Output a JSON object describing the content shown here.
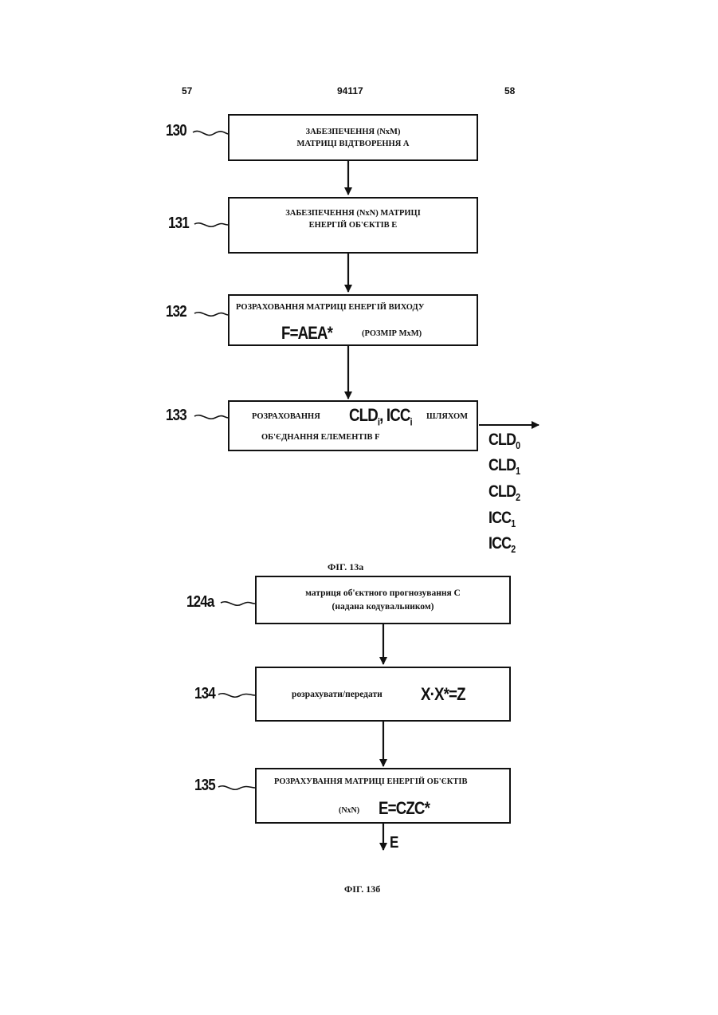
{
  "header": {
    "left_page": "57",
    "patent_number": "94117",
    "right_page": "58"
  },
  "fig13a": {
    "caption": "ФІГ. 13а",
    "steps": [
      {
        "ref": "130",
        "line1": "ЗАБЕЗПЕЧЕННЯ (NxM)",
        "line2": "МАТРИЦІ ВІДТВОРЕННЯ А"
      },
      {
        "ref": "131",
        "line1": "ЗАБЕЗПЕЧЕННЯ (NxN) МАТРИЦІ",
        "line2": "ЕНЕРГІЙ ОБ'ЄКТІВ Е"
      },
      {
        "ref": "132",
        "line1": "РОЗРАХОВАННЯ МАТРИЦІ ЕНЕРГІЙ ВИХОДУ",
        "formula": "F=AEA*",
        "note": "(РОЗМІР МхМ)"
      },
      {
        "ref": "133",
        "line1_pre": "РОЗРАХОВАННЯ",
        "line1_formula": "CLDi, ICCi",
        "line1_post": "ШЛЯХОМ",
        "line2": "ОБ'ЄДНАННЯ ЕЛЕМЕНТІВ F"
      }
    ],
    "outputs": [
      "CLD0",
      "CLD1",
      "CLD2",
      "ICC1",
      "ICC2"
    ]
  },
  "fig13b": {
    "caption": "ФІГ. 13б",
    "steps": [
      {
        "ref": "124a",
        "line1": "матриця об'єктного прогнозування  С",
        "line2": "(надана кодувальником)"
      },
      {
        "ref": "134",
        "text": "розрахувати/передати",
        "formula": "X·X*=Z"
      },
      {
        "ref": "135",
        "line1": "РОЗРАХУВАННЯ МАТРИЦІ ЕНЕРГІЙ ОБ'ЄКТІВ",
        "note": "(NxN)",
        "formula": "E=CZC*"
      }
    ],
    "output": "E"
  }
}
